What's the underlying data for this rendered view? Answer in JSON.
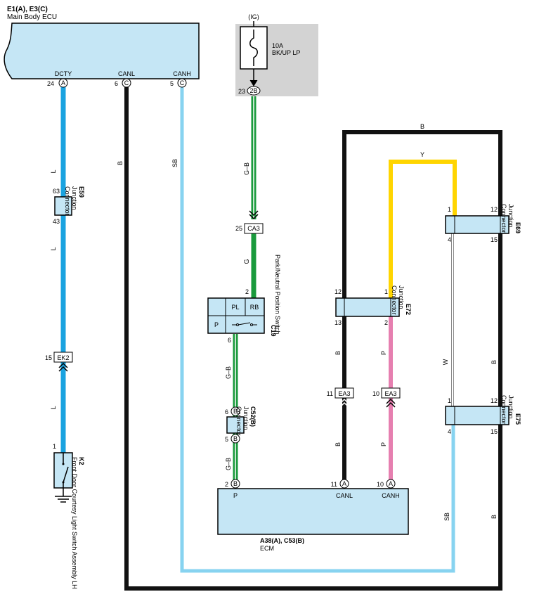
{
  "main_ecu": {
    "code": "E1(A), E3(C)",
    "name": "Main Body ECU",
    "terminals": [
      {
        "name": "DCTY",
        "pin": "24",
        "conn": "A"
      },
      {
        "name": "CANL",
        "pin": "6",
        "conn": "C"
      },
      {
        "name": "CANH",
        "pin": "5",
        "conn": "C"
      }
    ]
  },
  "fuse": {
    "supply": "(IG)",
    "rating": "10A",
    "name": "BK/UP LP",
    "pin": "23",
    "conn": "2B"
  },
  "wire_colors": {
    "L": "L",
    "B": "B",
    "SB": "SB",
    "GB": "G–B",
    "G": "G",
    "Y": "Y",
    "P": "P",
    "W": "W"
  },
  "colors": {
    "blue": "#1aa3e0",
    "light_blue": "#87d3f0",
    "black": "#111111",
    "green": "#1a9a3c",
    "yellow": "#ffd500",
    "pink": "#e67fb0",
    "component_fill": "#c5e6f5",
    "fuse_box": "#d3d3d3"
  },
  "e59": {
    "code": "E59",
    "name_line1": "Junction",
    "name_line2": "Connector",
    "pin_top": "63",
    "pin_bottom": "43"
  },
  "ek2": {
    "label": "EK2",
    "pin": "15"
  },
  "k2": {
    "code": "K2",
    "name": "Front Door Courtesy Light Switch Assembly LH",
    "pin": "1"
  },
  "ca3": {
    "label": "CA3",
    "pin": "25"
  },
  "c19": {
    "code": "C19",
    "name": "Park/Neutral Position Switch",
    "cells": [
      "PL",
      "RB",
      "P"
    ],
    "pin_top": "2",
    "pin_bottom": "6"
  },
  "c52": {
    "code": "C52(B)",
    "name_line1": "Junction",
    "name_line2": "Connector",
    "pin_top": "6",
    "pin_bottom": "5",
    "conn": "B"
  },
  "ecm": {
    "code": "A38(A), C53(B)",
    "name": "ECM",
    "terminals": [
      {
        "name": "P",
        "pin": "2",
        "conn": "B"
      },
      {
        "name": "CANL",
        "pin": "11",
        "conn": "A"
      },
      {
        "name": "CANH",
        "pin": "10",
        "conn": "A"
      }
    ]
  },
  "e72": {
    "code": "E72",
    "name_line1": "Junction",
    "name_line2": "Connector",
    "pins": [
      "12",
      "1",
      "13",
      "2"
    ]
  },
  "e69": {
    "code": "E69",
    "name_line1": "Junction",
    "name_line2": "Connector",
    "pins": [
      "1",
      "12",
      "4",
      "15"
    ]
  },
  "e75": {
    "code": "E75",
    "name_line1": "Junction",
    "name_line2": "Connector",
    "pins": [
      "1",
      "12",
      "4",
      "15"
    ]
  },
  "ea3_left": {
    "label": "EA3",
    "pin": "11"
  },
  "ea3_right": {
    "label": "EA3",
    "pin": "10"
  }
}
